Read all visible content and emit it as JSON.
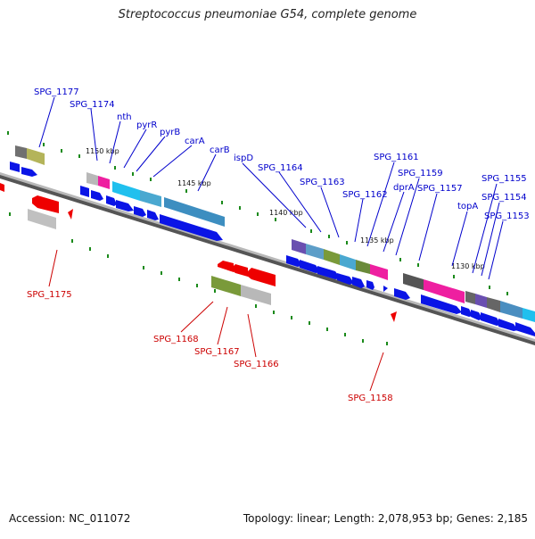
{
  "header": {
    "title": "Streptococcus pneumoniae G54, complete genome"
  },
  "footer": {
    "accession": "Accession: NC_011072",
    "summary": "Topology: linear; Length: 2,078,953 bp; Genes: 2,185"
  },
  "ticks": [
    "1150 kbp",
    "1145 kbp",
    "1140 kbp",
    "1135 kbp",
    "1130 kbp"
  ],
  "genes_top": [
    "SPG_1177",
    "SPG_1174",
    "nth",
    "pyrR",
    "pyrB",
    "carA",
    "carB",
    "ispD",
    "SPG_1164",
    "SPG_1163",
    "SPG_1162",
    "SPG_1161",
    "dprA",
    "SPG_1159",
    "SPG_1157",
    "topA",
    "SPG_1155",
    "SPG_1154",
    "SPG_1153"
  ],
  "genes_bottom": [
    "SPG_1175",
    "SPG_1168",
    "SPG_1167",
    "SPG_1166",
    "SPG_1158"
  ],
  "colors": {
    "label_top": "#0000cc",
    "label_bottom": "#cc0000",
    "strand_fwd": "#0a14e6",
    "strand_rev": "#ee0000"
  }
}
